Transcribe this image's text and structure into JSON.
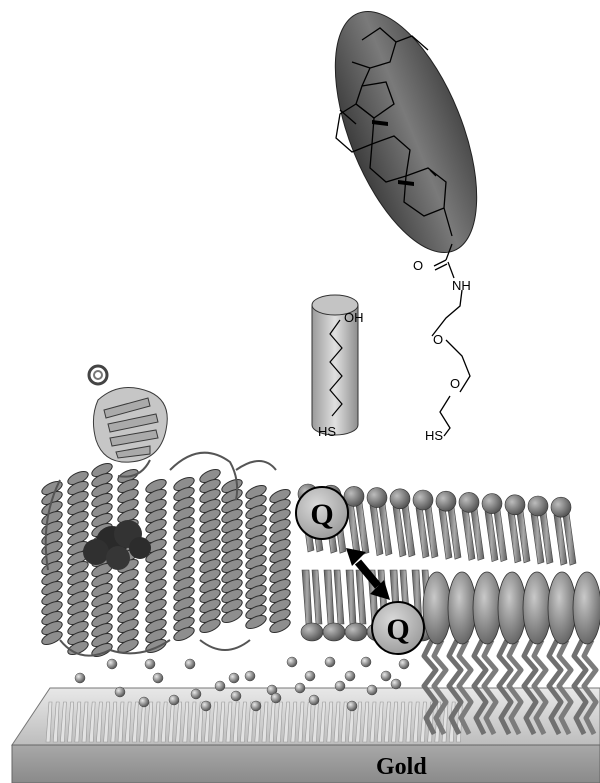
{
  "labels": {
    "gold": "Gold",
    "q_top": "Q",
    "q_bottom": "Q",
    "oh": "OH",
    "hs_cylinder": "HS",
    "carbamate_o": "O",
    "nh": "NH",
    "ether_o1": "O",
    "ether_o2": "O",
    "hs_chain": "HS"
  },
  "colors": {
    "ellipse_dark": "#4a4a4a",
    "ellipse_light": "#b5b5b5",
    "protein": "#8a8a8a",
    "lipid_head": "#6e6e6e",
    "gold_plate": "#c8c8c8",
    "quinone_fill": "#bcbcbc"
  }
}
